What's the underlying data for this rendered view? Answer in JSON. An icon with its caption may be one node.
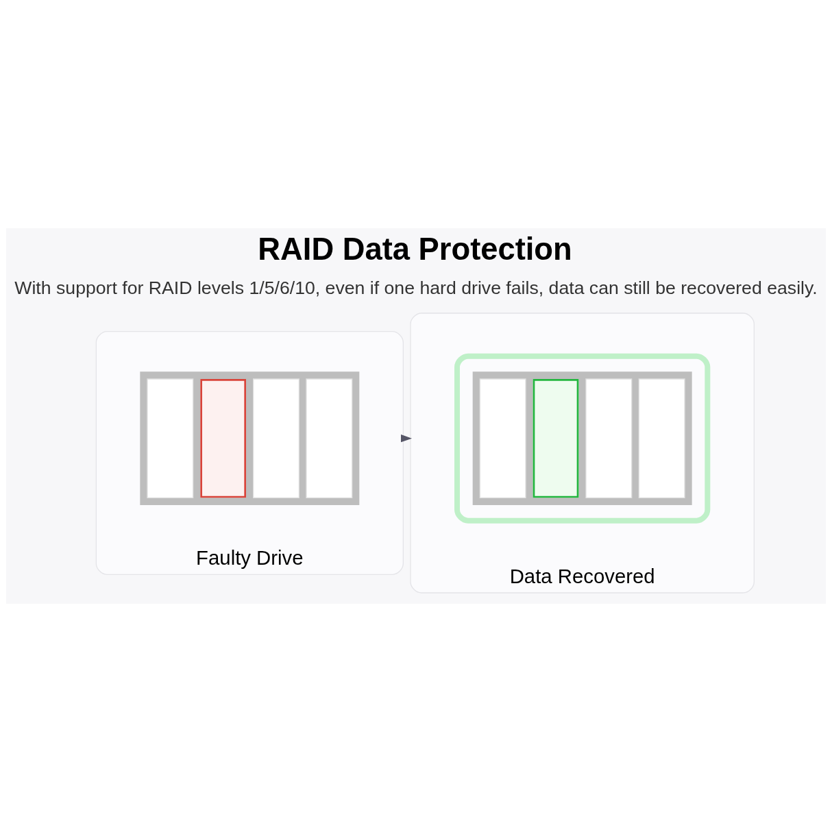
{
  "diagram": {
    "title": "RAID Data Protection",
    "nodes": [
      {
        "text": [
          "Faulty Drive"
        ]
      },
      {
        "text": [
          "Data Recovered"
        ]
      },
      {
        "text": [],
        "shape": "picture",
        "in": 0
      },
      {
        "text": [],
        "shape": "picture",
        "in": 1
      }
    ],
    "edges": [
      {
        "from": 0,
        "to": 1,
        "arrow": "to",
        "style": "dashed"
      }
    ],
    "labels": [
      "With support for RAID levels 1/5/6/10, even if one hard drive fails, data can still be recovered easily."
    ]
  }
}
